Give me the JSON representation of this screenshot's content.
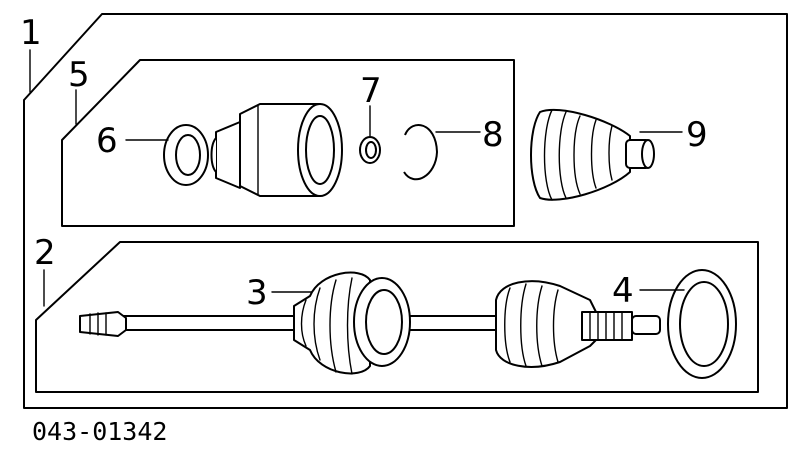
{
  "diagram": {
    "drawing_code": "043-01342",
    "callouts": [
      "1",
      "2",
      "3",
      "4",
      "5",
      "6",
      "7",
      "8",
      "9"
    ]
  }
}
